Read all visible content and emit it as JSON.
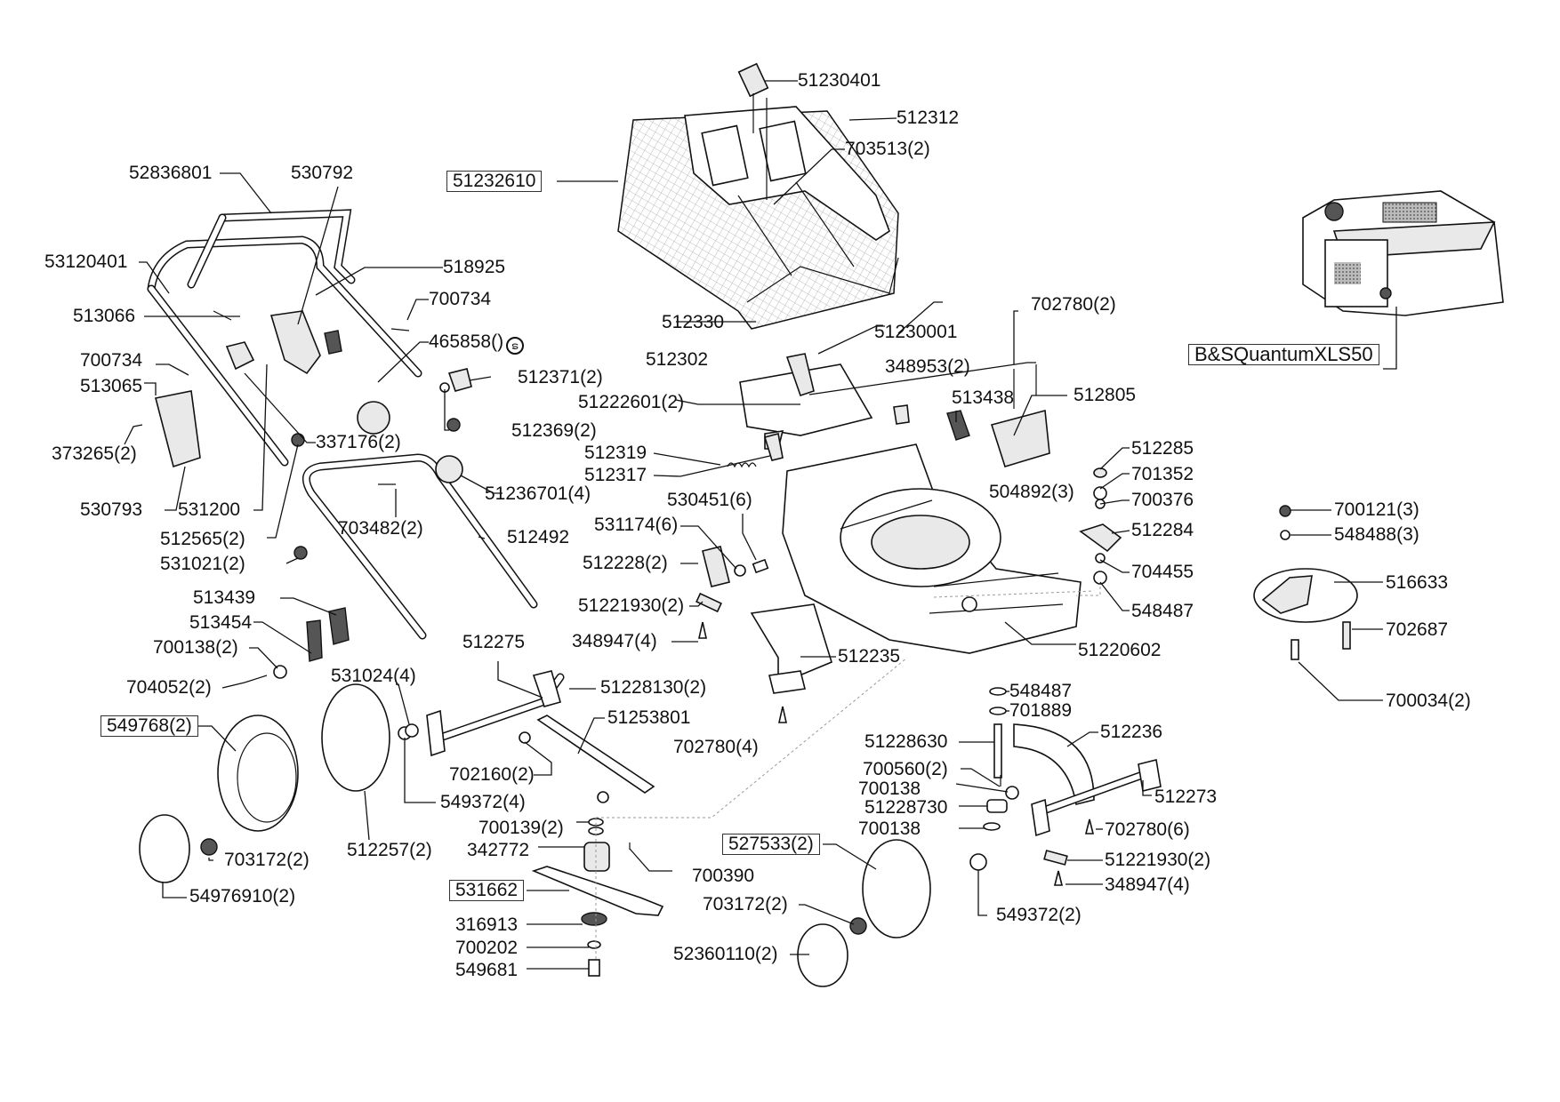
{
  "diagram": {
    "type": "exploded-parts-diagram",
    "subject": "lawn mower",
    "engine_label": "B&SQuantumXLS50",
    "boxed_labels": [
      "51232610",
      "549768(2)",
      "531662",
      "527533(2)",
      "B&SQuantumXLS50"
    ],
    "labels": {
      "p51230401": "51230401",
      "p512312": "512312",
      "p703513": "703513(2)",
      "p51232610": "51232610",
      "p52836801": "52836801",
      "p530792": "530792",
      "p53120401": "53120401",
      "p518925": "518925",
      "p700734a": "700734",
      "p513066": "513066",
      "p465858": "465858()",
      "p700734b": "700734",
      "p512371": "512371(2)",
      "p513065": "513065",
      "p337176": "337176(2)",
      "p512369": "512369(2)",
      "p373265": "373265(2)",
      "p530793": "530793",
      "p531200": "531200",
      "p512565": "512565(2)",
      "p51236701": "51236701(4)",
      "p703482": "703482(2)",
      "p512492": "512492",
      "p531021": "531021(2)",
      "p512330": "512330",
      "p51230001": "51230001",
      "p512302": "512302",
      "p348953": "348953(2)",
      "p51222601": "51222601(2)",
      "p513438": "513438",
      "p702780a": "702780(2)",
      "p512805": "512805",
      "p512319": "512319",
      "p512317": "512317",
      "p504892": "504892(3)",
      "p530451": "530451(6)",
      "p531174": "531174(6)",
      "p512228": "512228(2)",
      "p51221930a": "51221930(2)",
      "p348947a": "348947(4)",
      "p512235": "512235",
      "p51220602": "51220602",
      "p512285": "512285",
      "p701352": "701352",
      "p700376": "700376",
      "p512284": "512284",
      "p704455": "704455",
      "p548487a": "548487",
      "p700121": "700121(3)",
      "p548488": "548488(3)",
      "p516633": "516633",
      "p702687": "702687",
      "p700034": "700034(2)",
      "p513439": "513439",
      "p513454": "513454",
      "p700138a": "700138(2)",
      "p704052": "704052(2)",
      "p512275": "512275",
      "p531024": "531024(4)",
      "p51228130": "51228130(2)",
      "p51253801": "51253801",
      "p549768": "549768(2)",
      "p702160": "702160(2)",
      "p549372a": "549372(4)",
      "p512257": "512257(2)",
      "p703172a": "703172(2)",
      "p54976910": "54976910(2)",
      "p700139": "700139(2)",
      "p342772": "342772",
      "p700390": "700390",
      "p531662": "531662",
      "p316913": "316913",
      "p700202": "700202",
      "p549681": "549681",
      "p702780b": "702780(4)",
      "p548487b": "548487",
      "p701889": "701889",
      "p51228630": "51228630",
      "p512236": "512236",
      "p700560": "700560(2)",
      "p700138b": "700138",
      "p51228730": "51228730",
      "p700138c": "700138",
      "p512273": "512273",
      "p702780c": "702780(6)",
      "p51221930b": "51221930(2)",
      "p348947b": "348947(4)",
      "p549372b": "549372(2)",
      "p527533": "527533(2)",
      "p703172b": "703172(2)",
      "p52360110": "52360110(2)",
      "engine": "B&SQuantumXLS50"
    }
  }
}
